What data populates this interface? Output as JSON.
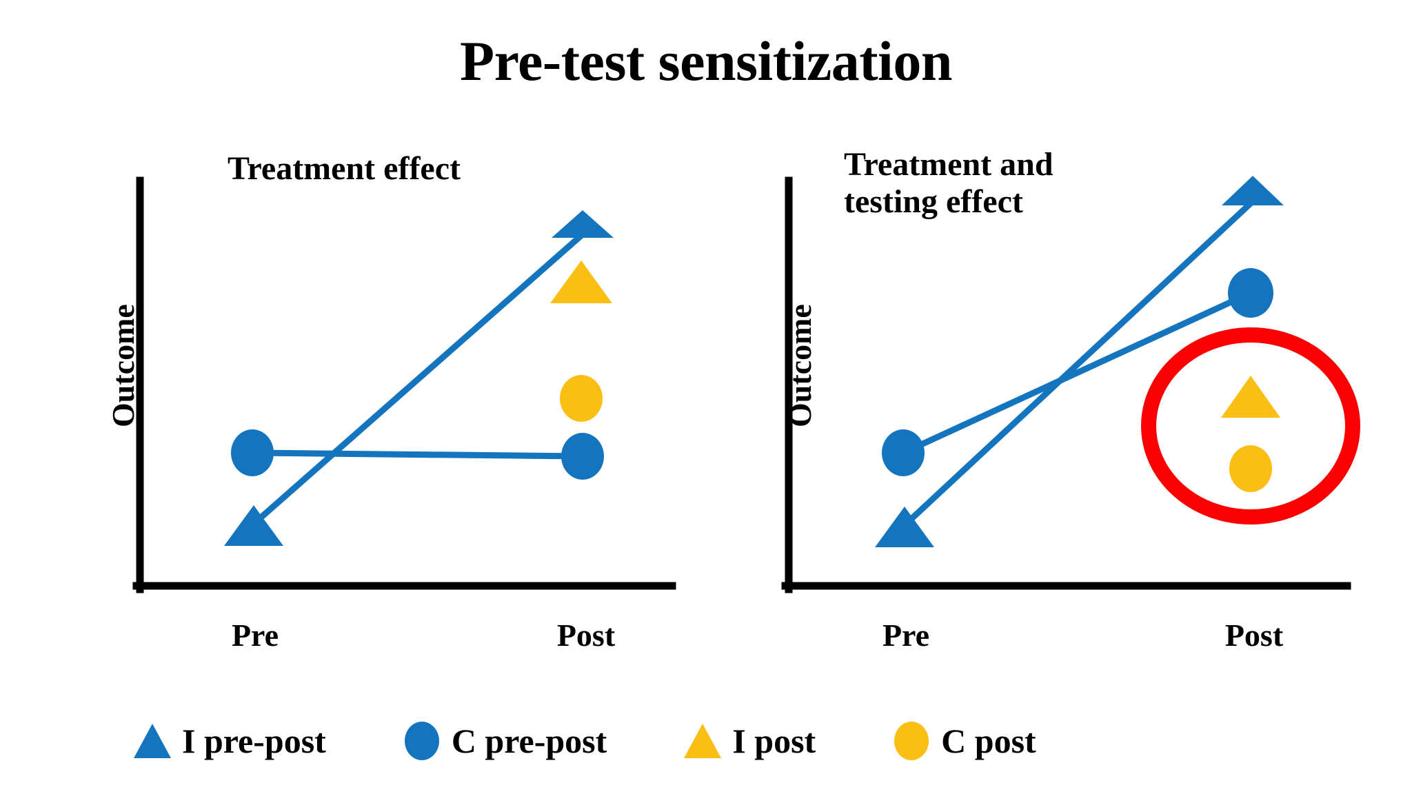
{
  "title": "Pre-test sensitization",
  "colors": {
    "blue": "#1474BE",
    "yellow": "#FBBE14",
    "red": "#FA0000",
    "axis": "#000000",
    "background": "#FFFFFF"
  },
  "panels": [
    {
      "id": "left",
      "title": "Treatment effect",
      "ylabel": "Outcome",
      "xticks": [
        "Pre",
        "Post"
      ]
    },
    {
      "id": "right",
      "title": "Treatment and\ntesting effect",
      "ylabel": "Outcome",
      "xticks": [
        "Pre",
        "Post"
      ]
    }
  ],
  "legend": [
    {
      "label": "I pre-post",
      "marker": "triangle",
      "color": "#1474BE",
      "icon": "triangle-up-blue-icon"
    },
    {
      "label": "C pre-post",
      "marker": "circle",
      "color": "#1474BE",
      "icon": "circle-blue-icon"
    },
    {
      "label": "I post",
      "marker": "triangle",
      "color": "#FBBE14",
      "icon": "triangle-up-yellow-icon"
    },
    {
      "label": "C post",
      "marker": "circle",
      "color": "#FBBE14",
      "icon": "circle-yellow-icon"
    }
  ],
  "chart_data": {
    "type": "line",
    "title": "Pre-test sensitization",
    "xlabel": "",
    "ylabel": "Outcome",
    "x": [
      "Pre",
      "Post"
    ],
    "ylim": [
      0,
      100
    ],
    "grid": false,
    "legend_position": "bottom",
    "panels": [
      {
        "name": "Treatment effect",
        "series": [
          {
            "name": "I pre-post",
            "marker": "triangle",
            "color": "#1474BE",
            "connected": true,
            "values": [
              18,
              88
            ]
          },
          {
            "name": "C pre-post",
            "marker": "circle",
            "color": "#1474BE",
            "connected": true,
            "values": [
              42,
              43
            ]
          },
          {
            "name": "I post",
            "marker": "triangle",
            "color": "#FBBE14",
            "connected": false,
            "values": [
              null,
              75
            ]
          },
          {
            "name": "C post",
            "marker": "circle",
            "color": "#FBBE14",
            "connected": false,
            "values": [
              null,
              55
            ]
          }
        ],
        "annotations": []
      },
      {
        "name": "Treatment and testing effect",
        "series": [
          {
            "name": "I pre-post",
            "marker": "triangle",
            "color": "#1474BE",
            "connected": true,
            "values": [
              18,
              93
            ]
          },
          {
            "name": "C pre-post",
            "marker": "circle",
            "color": "#1474BE",
            "connected": true,
            "values": [
              42,
              79
            ]
          },
          {
            "name": "I post",
            "marker": "triangle",
            "color": "#FBBE14",
            "connected": false,
            "values": [
              null,
              57
            ]
          },
          {
            "name": "C post",
            "marker": "circle",
            "color": "#FBBE14",
            "connected": false,
            "values": [
              null,
              46
            ]
          }
        ],
        "annotations": [
          {
            "type": "ellipse",
            "color": "#FA0000",
            "encircles": [
              "I post",
              "C post"
            ]
          }
        ]
      }
    ]
  }
}
